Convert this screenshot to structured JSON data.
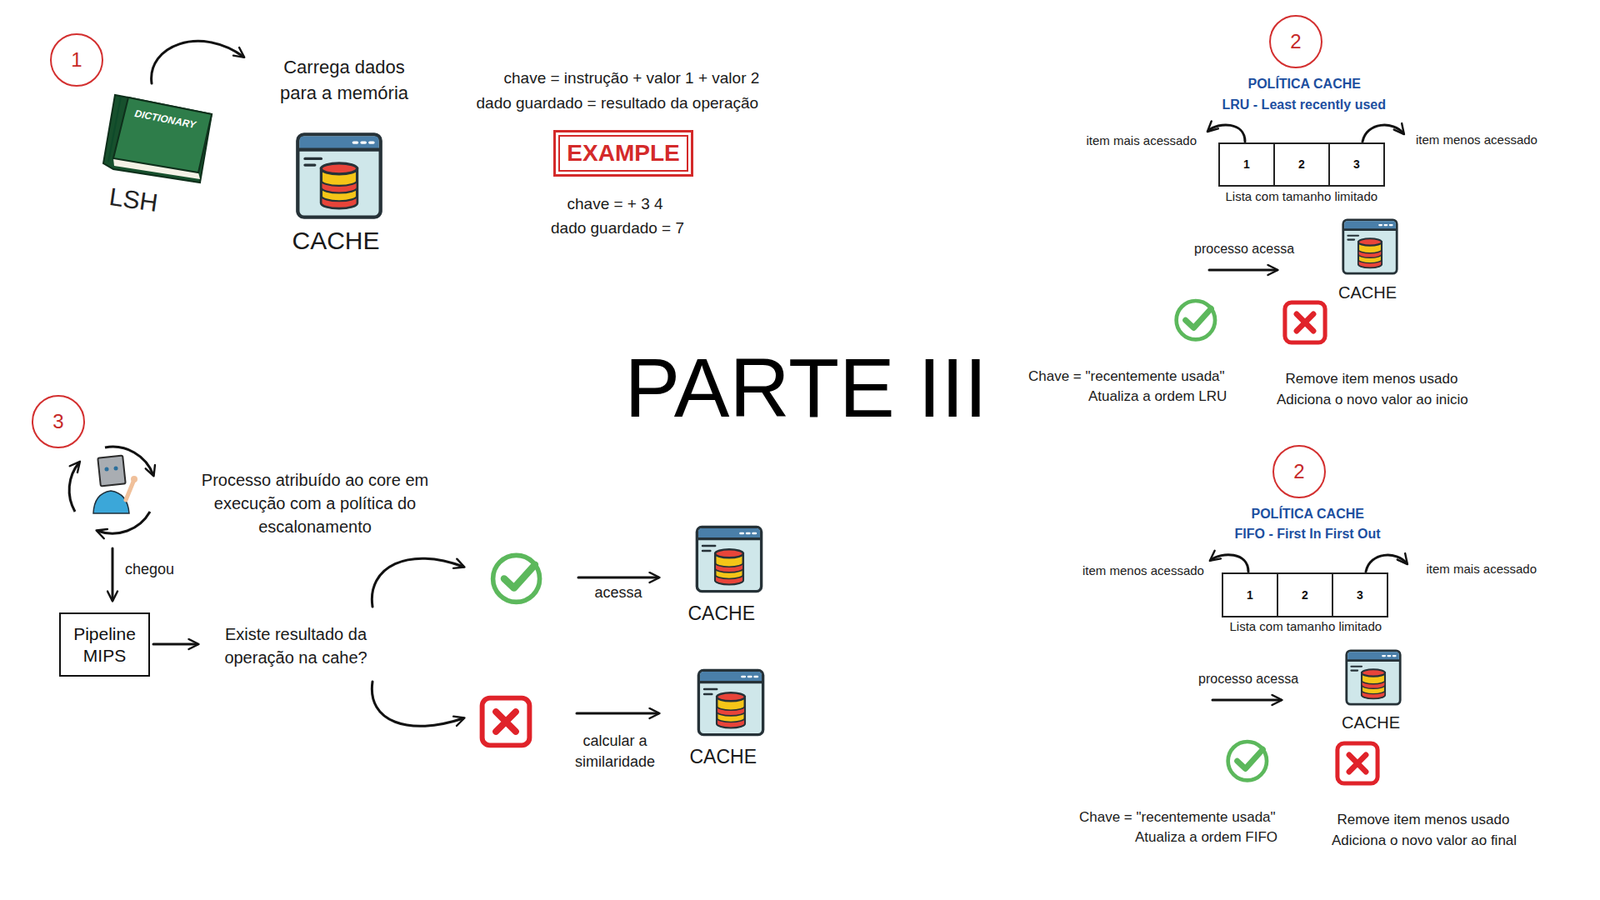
{
  "diagram": {
    "title": "PARTE III",
    "nodes": [
      {
        "text": [
          "1"
        ]
      },
      {
        "text": [
          "EXAMPLE"
        ]
      },
      {
        "text": [
          "2"
        ]
      },
      {
        "text": [
          "1"
        ]
      },
      {
        "text": [
          "2"
        ]
      },
      {
        "text": [
          "3"
        ]
      },
      {
        "text": [
          "3"
        ]
      },
      {
        "text": [
          "Pipeline MIPS"
        ]
      },
      {
        "text": [
          "2"
        ]
      },
      {
        "text": [
          "1"
        ]
      },
      {
        "text": [
          "2"
        ]
      },
      {
        "text": [
          "3"
        ]
      }
    ],
    "labels": [
      "DICTIONARY",
      "LSH",
      "Carrega dados para a memória",
      "CACHE",
      "chave = instrução + valor 1 + valor 2",
      "dado guardado = resultado da operação",
      "chave = + 3 4",
      "dado guardado = 7",
      "POLÍTICA CACHE",
      "LRU - Least recently used",
      "item mais acessado",
      "item menos acessado",
      "Lista com tamanho limitado",
      "processo acessa",
      "CACHE",
      "Chave = \"recentemente usada\"",
      "Atualiza a ordem LRU",
      "Remove item menos usado",
      "Adiciona o novo valor ao inicio",
      "Processo atribuído ao core em execução com a política do escalonamento",
      "chegou",
      "Existe resultado da operação na cahe?",
      "acessa",
      "CACHE",
      "calcular a similaridade",
      "CACHE",
      "POLÍTICA CACHE",
      "FIFO - First In First Out",
      "item menos acessado",
      "item mais acessado",
      "Lista com tamanho limitado",
      "processo acessa",
      "CACHE",
      "Chave = \"recentemente usada\"",
      "Atualiza a ordem FIFO",
      "Remove item menos usado",
      "Adiciona o novo valor ao final"
    ]
  }
}
